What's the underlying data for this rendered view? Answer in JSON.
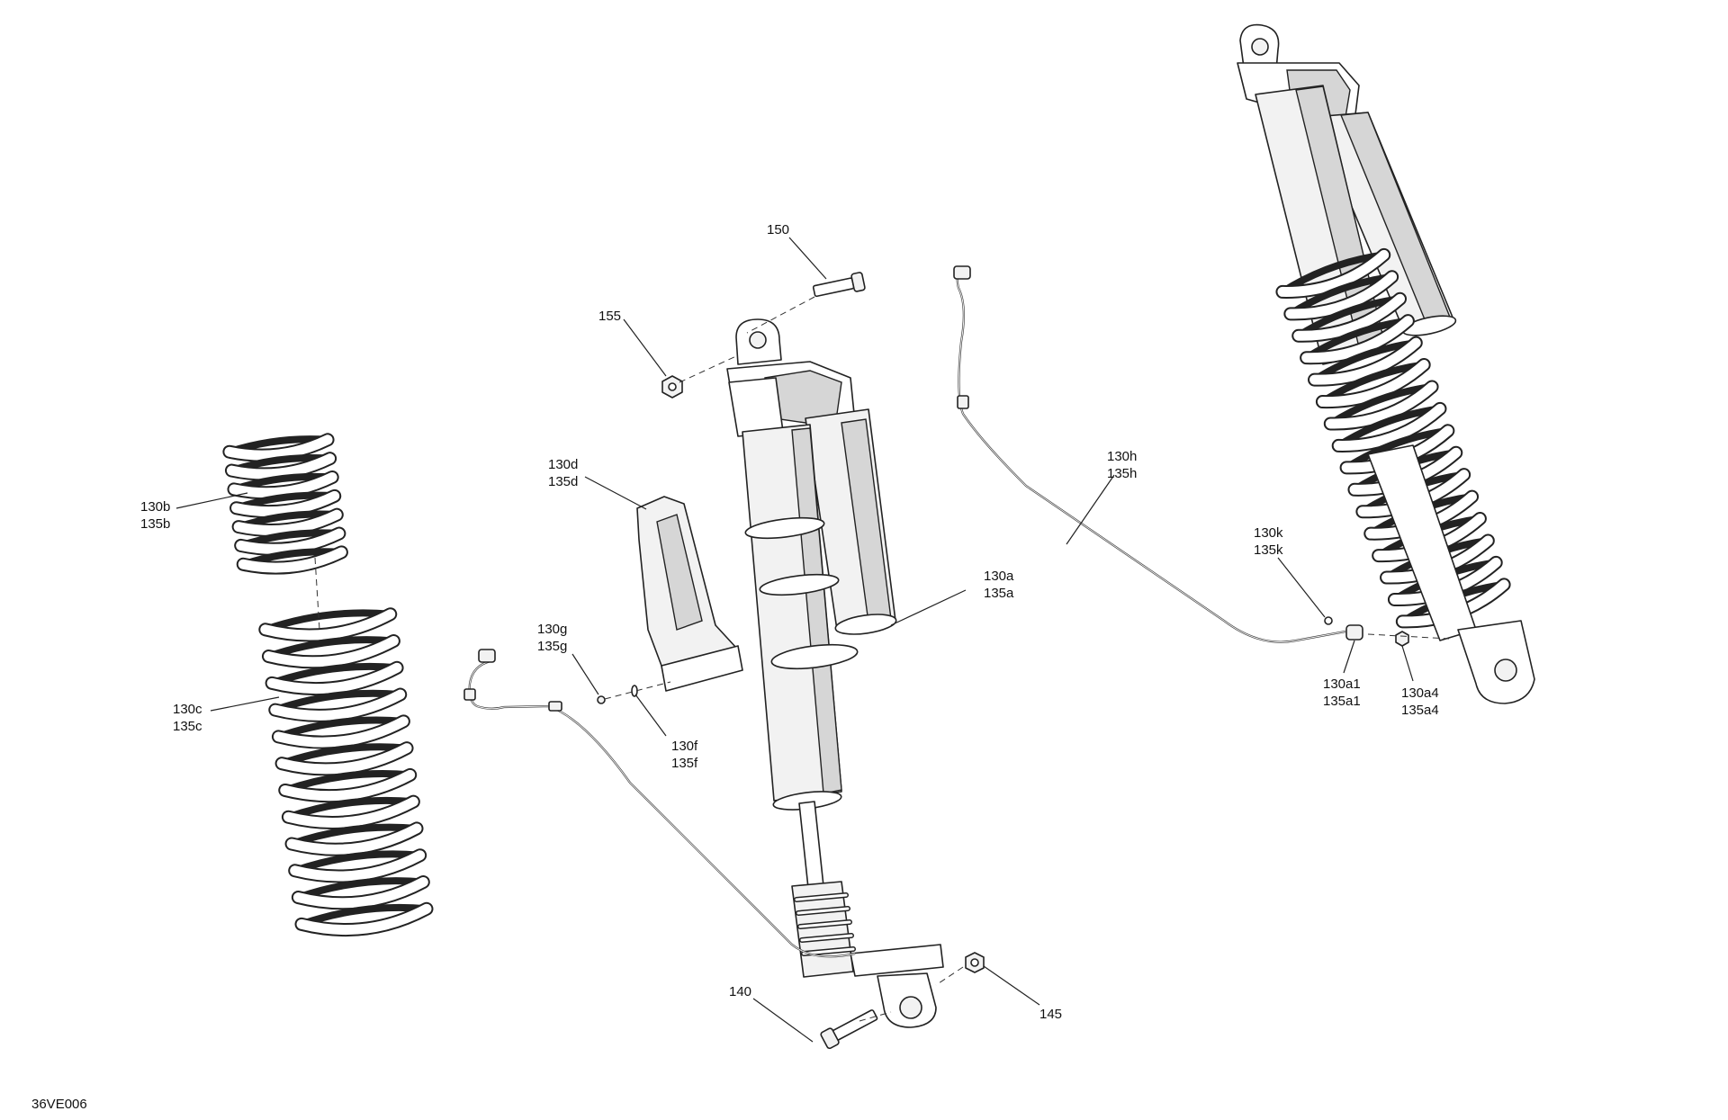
{
  "diagram_id": "36VE006",
  "callouts": [
    {
      "id": "150",
      "lines": [
        "150"
      ]
    },
    {
      "id": "155",
      "lines": [
        "155"
      ]
    },
    {
      "id": "130d",
      "lines": [
        "130d",
        "135d"
      ]
    },
    {
      "id": "130b",
      "lines": [
        "130b",
        "135b"
      ]
    },
    {
      "id": "130c",
      "lines": [
        "130c",
        "135c"
      ]
    },
    {
      "id": "130g",
      "lines": [
        "130g",
        "135g"
      ]
    },
    {
      "id": "130f",
      "lines": [
        "130f",
        "135f"
      ]
    },
    {
      "id": "130a",
      "lines": [
        "130a",
        "135a"
      ]
    },
    {
      "id": "130h",
      "lines": [
        "130h",
        "135h"
      ]
    },
    {
      "id": "130k",
      "lines": [
        "130k",
        "135k"
      ]
    },
    {
      "id": "130a1",
      "lines": [
        "130a1",
        "135a1"
      ]
    },
    {
      "id": "130a4",
      "lines": [
        "130a4",
        "135a4"
      ]
    },
    {
      "id": "140",
      "lines": [
        "140"
      ]
    },
    {
      "id": "145",
      "lines": [
        "145"
      ]
    }
  ]
}
